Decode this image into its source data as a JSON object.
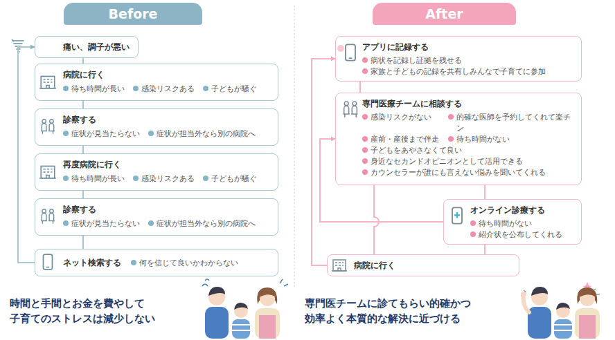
{
  "diagram": {
    "nodes": [
      {
        "text": [
          "Before"
        ]
      },
      {
        "text": [
          "痛い、調子が悪い"
        ]
      },
      {
        "text": [
          "病院に行く",
          "待ち時間が長い",
          "感染リスクある",
          "子どもが騒ぐ"
        ]
      },
      {
        "text": [
          "診察する",
          "症状が見当たらない",
          "症状が担当外なら別の病院へ"
        ]
      },
      {
        "text": [
          "再度病院に行く",
          "待ち時間が長い",
          "感染リスクある",
          "子どもが騒ぐ"
        ]
      },
      {
        "text": [
          "診察する",
          "症状が見当たらない",
          "症状が担当外なら別の病院へ"
        ]
      },
      {
        "text": [
          "ネット検索する",
          "何を信じて良いかわからない"
        ]
      },
      {
        "text": [
          "After"
        ]
      },
      {
        "text": [
          "アプリに記録する",
          "病状を記録し証拠を残せる",
          "家族と子どもの記録を共有しみんなで子育てに参加"
        ]
      },
      {
        "text": [
          "専門医療チームに相談する",
          "感染リスクがない",
          "的確な医師を予約してくれて楽チン",
          "産前・産後まで伴走",
          "待ち時間がない",
          "子どもをあやさなくて良い",
          "身近なセカンドオピニオンとして活用できる",
          "カウンセラーが誰にも言えない悩みを聞いてくれる"
        ]
      },
      {
        "text": [
          "オンライン診療する",
          "待ち時間がない",
          "紹介状を公布してくれる"
        ]
      },
      {
        "text": [
          "病院に行く"
        ]
      }
    ],
    "edges": [
      {
        "from": 1,
        "to": 2,
        "arrow": "none"
      },
      {
        "from": 2,
        "to": 3,
        "arrow": "none"
      },
      {
        "from": 3,
        "to": 4,
        "arrow": "none"
      },
      {
        "from": 4,
        "to": 5,
        "arrow": "none"
      },
      {
        "from": 5,
        "to": 6,
        "arrow": "none"
      },
      {
        "from": 6,
        "to": 1,
        "arrow": "to"
      },
      {
        "from": 8,
        "to": 9,
        "arrow": "none"
      },
      {
        "from": 9,
        "to": 10,
        "arrow": "none"
      },
      {
        "from": 10,
        "to": 11,
        "arrow": "none"
      },
      {
        "from": 9,
        "to": 11,
        "arrow": "none"
      },
      {
        "from": 10,
        "to": 9,
        "arrow": "to"
      },
      {
        "from": 11,
        "to": 8,
        "arrow": "to"
      }
    ],
    "labels": [
      "時間と手間とお金を費やして 子育てのストレスは減少しない",
      "専門医チームに診てもらい的確かつ 効率よく本質的な解決に近づける"
    ]
  }
}
